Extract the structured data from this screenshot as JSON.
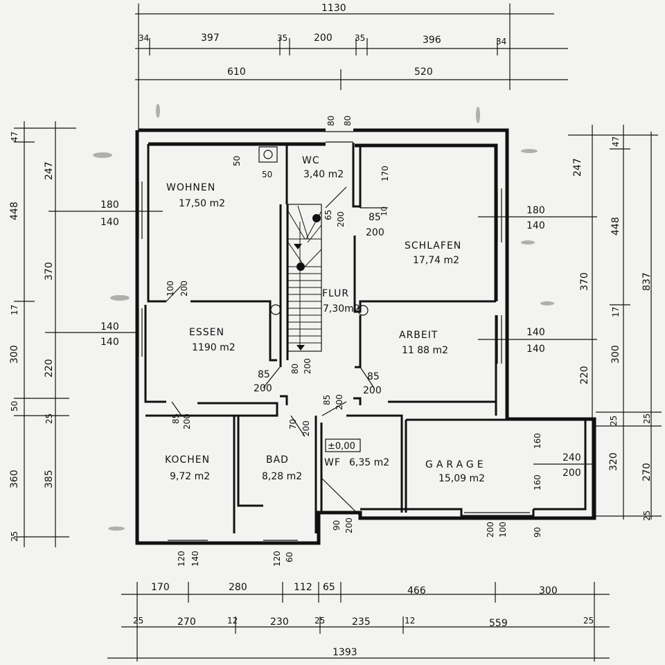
{
  "top_dims": {
    "overall": "1130",
    "row2": [
      "34",
      "397",
      "35",
      "200",
      "35",
      "396",
      "34"
    ],
    "row3": [
      "610",
      "520"
    ]
  },
  "left_dims": {
    "outer": [
      "47",
      "448",
      "17",
      "300",
      "50",
      "360",
      "25"
    ],
    "inner": [
      "247",
      "370",
      "220",
      "25",
      "385"
    ]
  },
  "right_dims": {
    "outer": [
      "47",
      "448",
      "837",
      "17",
      "300",
      "25",
      "270",
      "25"
    ],
    "inner": [
      "247",
      "370",
      "220",
      "25",
      "320"
    ]
  },
  "bottom_dims": {
    "row1": [
      "170",
      "280",
      "112",
      "65",
      "466",
      "300"
    ],
    "row2": [
      "25",
      "270",
      "12",
      "230",
      "25",
      "235",
      "12",
      "559",
      "25"
    ],
    "overall": "1393"
  },
  "rooms": {
    "wohnen": {
      "name": "WOHNEN",
      "area": "17,50 m2"
    },
    "wc": {
      "name": "WC",
      "area": "3,40 m2"
    },
    "schlafen": {
      "name": "SCHLAFEN",
      "area": "17,74 m2"
    },
    "flur": {
      "name": "FLUR",
      "area": "7,30m2"
    },
    "essen": {
      "name": "ESSEN",
      "area": "1190 m2"
    },
    "arbeit": {
      "name": "ARBEIT",
      "area": "11 88 m2"
    },
    "kochen": {
      "name": "KOCHEN",
      "area": "9,72 m2"
    },
    "bad": {
      "name": "BAD",
      "area": "8,28 m2"
    },
    "wf": {
      "name": "WF",
      "area": "6,35 m2"
    },
    "garage": {
      "name": "GARAGE",
      "area": "15,09 m2"
    }
  },
  "openings": {
    "wohnen_window": [
      "180",
      "140"
    ],
    "essen_window": [
      "140",
      "140"
    ],
    "schlafen_window": [
      "180",
      "140"
    ],
    "arbeit_window": [
      "140",
      "140"
    ],
    "garage_gate": [
      "240",
      "200"
    ],
    "chimney_a": "50",
    "chimney_b": "50",
    "wc_window": [
      "80",
      "80"
    ],
    "wc_door": [
      "65",
      "200"
    ],
    "schlafen_door": [
      "85",
      "200"
    ],
    "wohnen_essen": [
      "100",
      "200"
    ],
    "essen_door": [
      "85",
      "200"
    ],
    "flur_door": [
      "80",
      "200"
    ],
    "arbeit_door": [
      "85",
      "200"
    ],
    "flur_wf_door": [
      "85",
      "200"
    ],
    "kochen_door": [
      "85",
      "200"
    ],
    "bad_door": [
      "70",
      "200"
    ],
    "kochen_window": [
      "120",
      "140"
    ],
    "bad_window": [
      "120",
      "60"
    ],
    "entry_door": [
      "90",
      "200"
    ],
    "garage_window": [
      "200",
      "100"
    ],
    "garage_side": [
      "160",
      "160",
      "90"
    ],
    "wc_170": "170",
    "wc_10": "10",
    "level": "±0,00"
  }
}
